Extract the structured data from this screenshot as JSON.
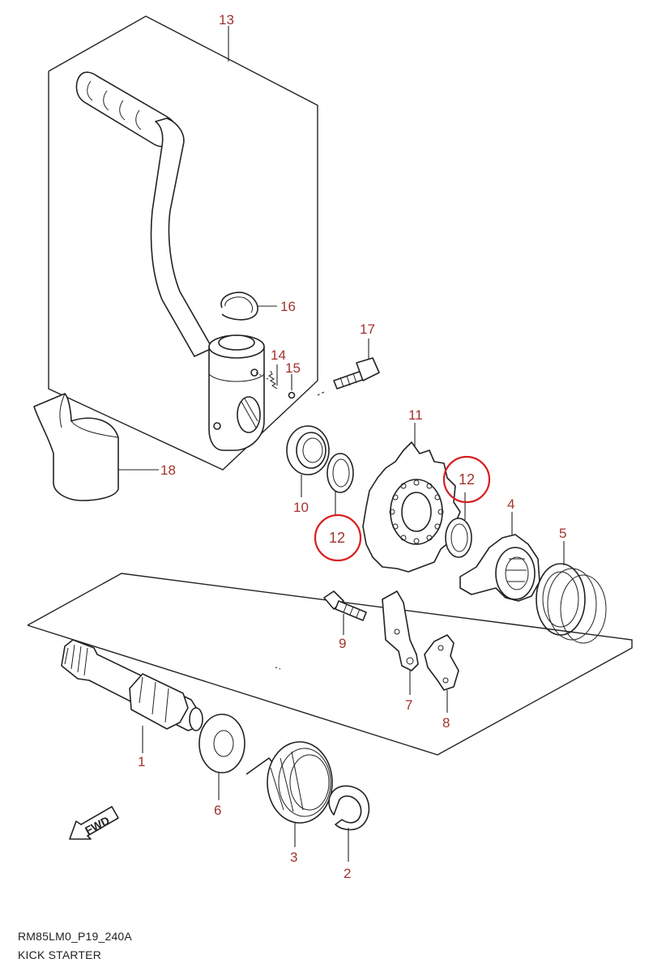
{
  "diagram": {
    "code": "RM85LM0_P19_240A",
    "title": "KICK STARTER",
    "fwd_label": "FWD",
    "callouts": [
      {
        "id": "p13",
        "text": "13"
      },
      {
        "id": "p16",
        "text": "16"
      },
      {
        "id": "p17",
        "text": "17"
      },
      {
        "id": "p14",
        "text": "14"
      },
      {
        "id": "p15",
        "text": "15"
      },
      {
        "id": "p18",
        "text": "18"
      },
      {
        "id": "p11",
        "text": "11"
      },
      {
        "id": "p10",
        "text": "10"
      },
      {
        "id": "p12a",
        "text": "12"
      },
      {
        "id": "p12b",
        "text": "12"
      },
      {
        "id": "p4",
        "text": "4"
      },
      {
        "id": "p5",
        "text": "5"
      },
      {
        "id": "p9",
        "text": "9"
      },
      {
        "id": "p7",
        "text": "7"
      },
      {
        "id": "p8",
        "text": "8"
      },
      {
        "id": "p1",
        "text": "1"
      },
      {
        "id": "p6",
        "text": "6"
      },
      {
        "id": "p3",
        "text": "3"
      },
      {
        "id": "p2",
        "text": "2"
      }
    ]
  }
}
